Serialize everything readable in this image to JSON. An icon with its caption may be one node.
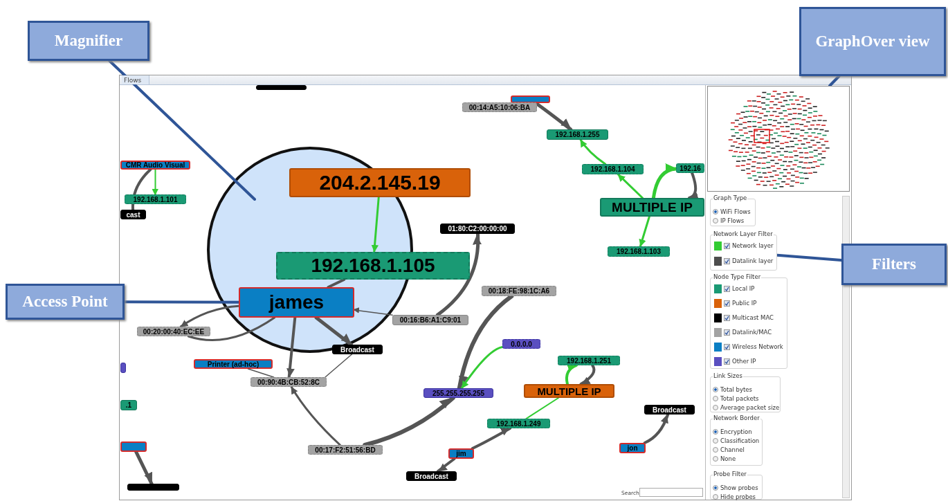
{
  "diagram": {
    "nodes": [
      {
        "text": [
          "Magnifier"
        ]
      },
      {
        "text": [
          "GraphOver view"
        ]
      },
      {
        "text": [
          "Access Point"
        ]
      },
      {
        "text": [
          "Filters"
        ]
      },
      {
        "text": [],
        "shape": "box"
      },
      {
        "text": [],
        "shape": "picture"
      },
      {
        "text": [
          "Graph Type",
          "WiFi Flows",
          "IP Flows"
        ]
      },
      {
        "text": [
          "Network Layer Filter"
        ]
      },
      {
        "text": [
          "Node Type Filter"
        ]
      },
      {
        "text": [
          "Link Sizes",
          "Total bytes",
          "Total packets",
          "Average packet size"
        ]
      },
      {
        "text": [
          "Network Border",
          "Encryption",
          "Classification",
          "Channel",
          "None"
        ]
      },
      {
        "text": [
          "Probe Filter",
          "Show probes",
          "Hide probes"
        ]
      },
      {
        "text": [
          "204.2.145.19"
        ]
      },
      {
        "text": [
          "192.168.1.105"
        ]
      },
      {
        "text": [
          "james"
        ]
      },
      {
        "text": [
          "01:80:C2:00:00:00"
        ]
      },
      {
        "text": [
          "00:16:B6:A1:C9:01"
        ]
      },
      {
        "text": [
          "00:20:00:40:EC:EE"
        ]
      },
      {
        "text": [
          "Broadcast"
        ]
      },
      {
        "text": [
          "Printer (ad-hoc)"
        ]
      },
      {
        "text": [
          "00:90:4B:CB:52:8C"
        ]
      },
      {
        "text": [
          "00:17:F2:51:56:BD"
        ]
      },
      {
        "text": [
          "00:18:FE:98:1C:A6"
        ]
      },
      {
        "text": [
          "0.0.0.0"
        ]
      },
      {
        "text": [
          "255.255.255.255"
        ]
      },
      {
        "text": [
          "MULTIPLE IP"
        ]
      },
      {
        "text": [
          "192.168.1.251"
        ]
      },
      {
        "text": [
          "192.168.1.249"
        ]
      },
      {
        "text": [
          "jim"
        ]
      },
      {
        "text": [
          "Broadcast"
        ]
      },
      {
        "text": [
          "jon"
        ]
      },
      {
        "text": [
          "Broadcast"
        ]
      },
      {
        "text": [
          "CMR Audio Visual"
        ]
      },
      {
        "text": [
          "192.168.1.101"
        ]
      },
      {
        "text": [
          "cast"
        ]
      },
      {
        "text": [],
        "shape": "box"
      },
      {
        "text": [
          "00:14:A5:10:06:BA"
        ]
      },
      {
        "text": [
          "192.168.1.255"
        ]
      },
      {
        "text": [
          "192.168.1.104"
        ]
      },
      {
        "text": [
          "MULTIPLE IP"
        ]
      },
      {
        "text": [
          "192.168.1.103"
        ]
      },
      {
        "text": [
          "192.16"
        ]
      },
      {
        "text": [
          ".1"
        ]
      },
      {
        "text": [],
        "shape": "box"
      },
      {
        "text": [],
        "shape": "box"
      },
      {
        "text": [],
        "shape": "box"
      }
    ],
    "edges": [
      {
        "from": 12,
        "to": 13,
        "arrow": "to",
        "color": "#33cc33"
      },
      {
        "from": 14,
        "to": 13,
        "arrow": "none"
      },
      {
        "from": 16,
        "to": 14,
        "arrow": "to"
      },
      {
        "from": 14,
        "to": 17,
        "arrow": "to"
      },
      {
        "from": 17,
        "to": 14,
        "arrow": "none"
      },
      {
        "from": 14,
        "to": 18,
        "arrow": "to"
      },
      {
        "from": 14,
        "to": 20,
        "arrow": "to"
      },
      {
        "from": 19,
        "to": 20,
        "arrow": "none"
      },
      {
        "from": 20,
        "to": 18,
        "arrow": "none"
      },
      {
        "from": 21,
        "to": 20,
        "arrow": "to"
      },
      {
        "from": 21,
        "to": 24,
        "arrow": "to"
      },
      {
        "from": 22,
        "to": 24,
        "arrow": "to"
      },
      {
        "from": 23,
        "to": 24,
        "arrow": "to",
        "color": "#33cc33"
      },
      {
        "from": 25,
        "to": 26,
        "arrow": "to",
        "color": "#33cc33"
      },
      {
        "from": 26,
        "to": 25,
        "arrow": "to"
      },
      {
        "from": 25,
        "to": 27,
        "arrow": "none",
        "color": "#33cc33"
      },
      {
        "from": 28,
        "to": 27,
        "arrow": "to"
      },
      {
        "from": 28,
        "to": 29,
        "arrow": "to"
      },
      {
        "from": 30,
        "to": 31,
        "arrow": "to"
      },
      {
        "from": 32,
        "to": 33,
        "arrow": "to",
        "color": "#33cc33"
      },
      {
        "from": 32,
        "to": 34,
        "arrow": "none"
      },
      {
        "from": 35,
        "to": 37,
        "arrow": "to"
      },
      {
        "from": 38,
        "to": 37,
        "arrow": "to",
        "color": "#33cc33"
      },
      {
        "from": 39,
        "to": 38,
        "arrow": "to",
        "color": "#33cc33"
      },
      {
        "from": 39,
        "to": 40,
        "arrow": "to",
        "color": "#33cc33"
      },
      {
        "from": 39,
        "to": 41,
        "arrow": "to",
        "color": "#33cc33"
      },
      {
        "from": 41,
        "to": 39,
        "arrow": "to"
      },
      {
        "from": 44,
        "to": 45,
        "arrow": "to"
      },
      {
        "from": 16,
        "to": 15,
        "arrow": "to"
      },
      {
        "from": 0,
        "to": null,
        "arrow": "none",
        "color": "#2f5597"
      },
      {
        "from": 1,
        "to": 5,
        "arrow": "none",
        "color": "#2f5597"
      },
      {
        "from": 2,
        "to": 14,
        "arrow": "none",
        "color": "#2f5597"
      },
      {
        "from": 3,
        "to": 7,
        "arrow": "none",
        "color": "#2f5597"
      }
    ],
    "labels": [
      "Flows",
      "Search"
    ],
    "legend": [
      {
        "text": "Network layer",
        "color": "#33cc33"
      },
      {
        "text": "Datalink layer",
        "color": "#4d4d4d"
      },
      {
        "text": "Local IP",
        "color": "#1a9a74"
      },
      {
        "text": "Public IP",
        "color": "#d9620a"
      },
      {
        "text": "Multicast MAC",
        "color": "#000000"
      },
      {
        "text": "Datalink/MAC",
        "color": "#a3a3a3"
      },
      {
        "text": "Wireless Network",
        "color": "#0a7fc4"
      },
      {
        "text": "Other IP",
        "color": "#5a4fc0"
      }
    ]
  }
}
